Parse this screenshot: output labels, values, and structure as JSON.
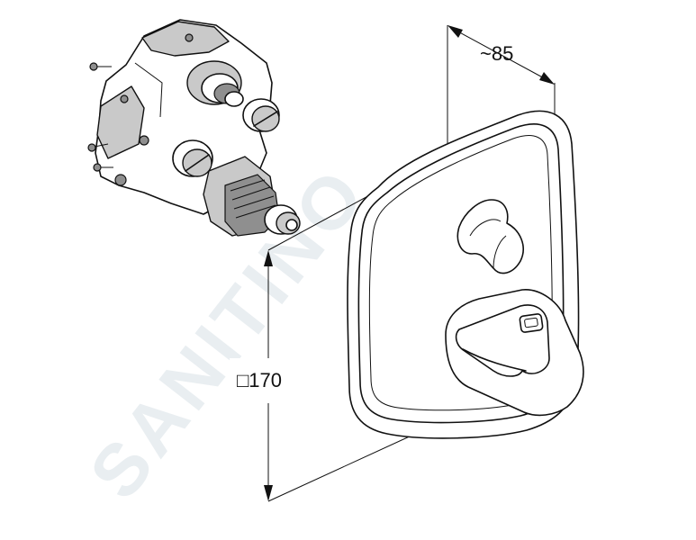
{
  "watermark": "SANITINO",
  "dimensions": {
    "depth_label": "~85",
    "size_label": "□170"
  }
}
